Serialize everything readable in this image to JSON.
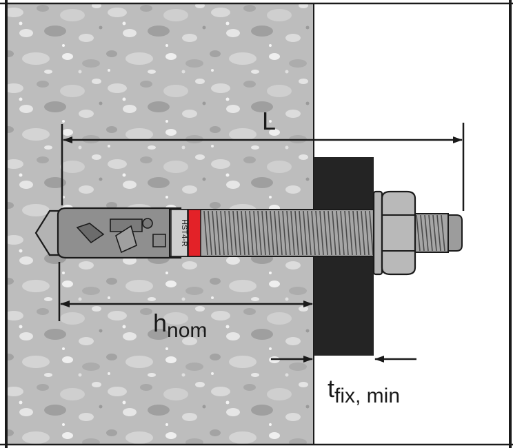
{
  "diagram": {
    "labels": {
      "length": "L",
      "embedment_main": "h",
      "embedment_sub": "nom",
      "fixture_main": "t",
      "fixture_sub": "fix, min",
      "anchor_marking": "HST4-R"
    },
    "colors": {
      "concrete": "#bdbdbd",
      "fixture": "#242424",
      "steel": "#a6a6a6",
      "marking_band": "#e32228",
      "outline": "#1a1a1a"
    }
  }
}
